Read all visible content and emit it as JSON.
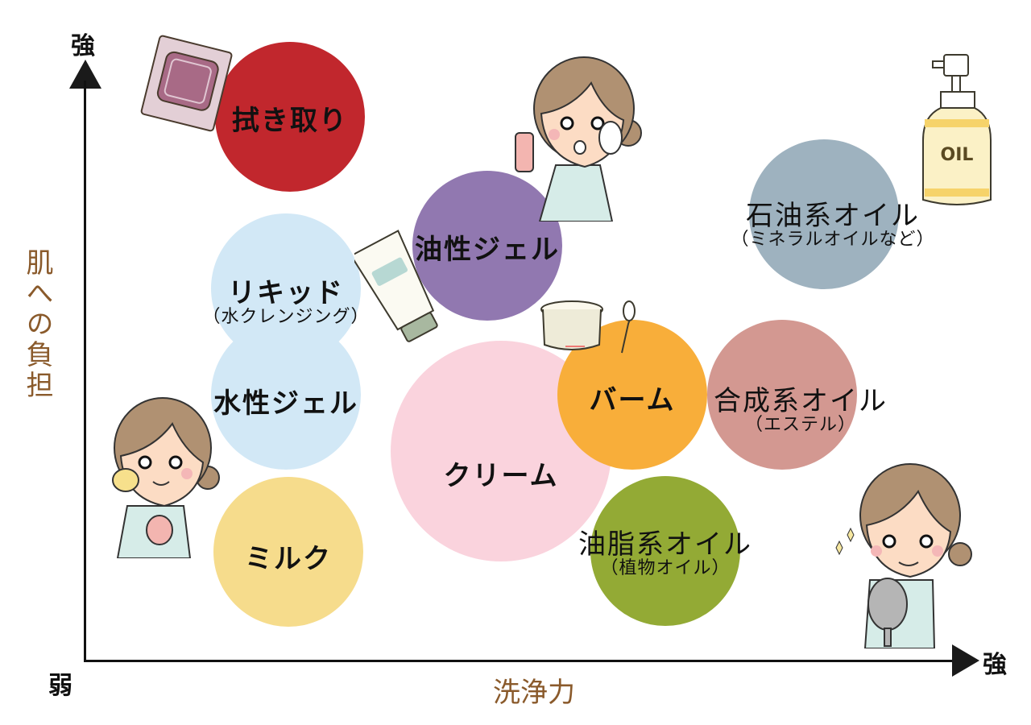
{
  "axes": {
    "y_title": "肌への負担",
    "x_title": "洗浄力",
    "y_top_label": "強",
    "x_right_label": "強",
    "origin_label": "弱",
    "title_color": "#8a5a2b"
  },
  "bubbles": [
    {
      "id": "wipe",
      "label": "拭き取り",
      "sub": "",
      "color": "#c1272d"
    },
    {
      "id": "oil-gel",
      "label": "油性ジェル",
      "sub": "",
      "color": "#9178b0"
    },
    {
      "id": "liquid",
      "label": "リキッド",
      "sub": "（水クレンジング）",
      "color": "#d2e8f6"
    },
    {
      "id": "water-gel",
      "label": "水性ジェル",
      "sub": "",
      "color": "#d2e8f6"
    },
    {
      "id": "milk",
      "label": "ミルク",
      "sub": "",
      "color": "#f6dc8c"
    },
    {
      "id": "cream",
      "label": "クリーム",
      "sub": "",
      "color": "#fad3dd"
    },
    {
      "id": "balm",
      "label": "バーム",
      "sub": "",
      "color": "#f8ae3a"
    },
    {
      "id": "synthetic-oil",
      "label": "合成系オイル",
      "sub": "（エステル）",
      "color": "#d39891"
    },
    {
      "id": "fat-oil",
      "label": "油脂系オイル",
      "sub": "（植物オイル）",
      "color": "#93aa35"
    },
    {
      "id": "mineral-oil",
      "label": "石油系オイル",
      "sub": "（ミネラルオイルなど）",
      "color": "#9eb2bf"
    }
  ],
  "illustrations": {
    "oil_bottle_text": "OIL"
  },
  "chart_data": {
    "type": "scatter",
    "title": "",
    "xlabel": "洗浄力",
    "ylabel": "肌への負担",
    "x_range_labels": [
      "弱",
      "強"
    ],
    "y_range_labels": [
      "弱",
      "強"
    ],
    "points": [
      {
        "name": "拭き取り",
        "x": 0.23,
        "y": 0.93,
        "size": "medium"
      },
      {
        "name": "油性ジェル",
        "x": 0.46,
        "y": 0.72,
        "size": "medium"
      },
      {
        "name": "リキッド（水クレンジング）",
        "x": 0.23,
        "y": 0.65,
        "size": "medium"
      },
      {
        "name": "水性ジェル",
        "x": 0.23,
        "y": 0.46,
        "size": "medium"
      },
      {
        "name": "ミルク",
        "x": 0.23,
        "y": 0.19,
        "size": "medium"
      },
      {
        "name": "クリーム",
        "x": 0.48,
        "y": 0.36,
        "size": "large"
      },
      {
        "name": "バーム",
        "x": 0.63,
        "y": 0.46,
        "size": "medium"
      },
      {
        "name": "合成系オイル（エステル）",
        "x": 0.8,
        "y": 0.46,
        "size": "medium"
      },
      {
        "name": "油脂系オイル（植物オイル）",
        "x": 0.67,
        "y": 0.19,
        "size": "medium"
      },
      {
        "name": "石油系オイル（ミネラルオイルなど）",
        "x": 0.85,
        "y": 0.77,
        "size": "medium"
      }
    ],
    "grid": false,
    "legend": "none"
  }
}
